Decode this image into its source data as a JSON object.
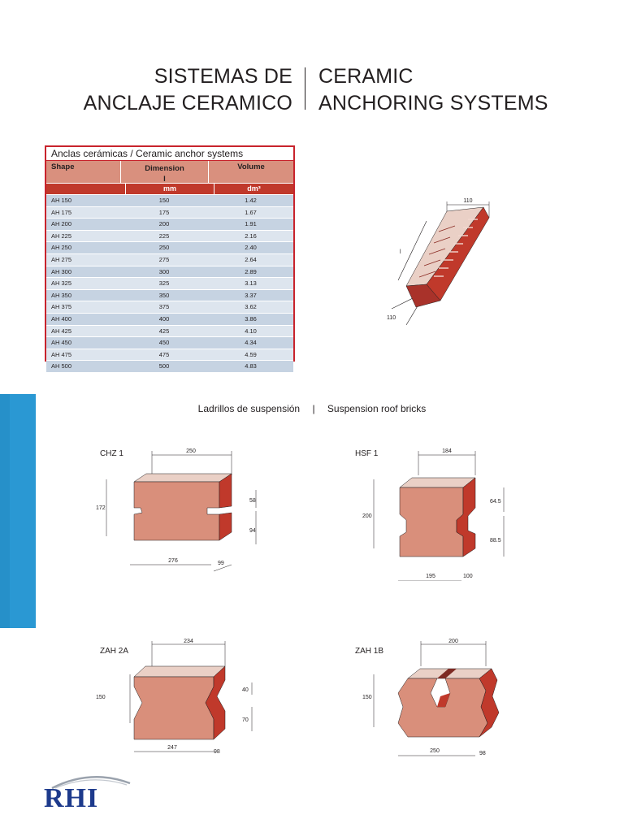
{
  "title": {
    "es_line1": "SISTEMAS DE",
    "es_line2": "ANCLAJE CERAMICO",
    "en_line1": "CERAMIC",
    "en_line2": "ANCHORING SYSTEMS"
  },
  "table": {
    "caption": "Anclas cerámicas / Ceramic anchor systems",
    "headers": {
      "shape": "Shape",
      "dimension": "Dimension",
      "dimension_sub": "l",
      "volume": "Volume"
    },
    "units": {
      "dimension": "mm",
      "volume": "dm³"
    },
    "rows": [
      {
        "shape": "AH 150",
        "dim": "150",
        "vol": "1.42"
      },
      {
        "shape": "AH 175",
        "dim": "175",
        "vol": "1.67"
      },
      {
        "shape": "AH 200",
        "dim": "200",
        "vol": "1.91"
      },
      {
        "shape": "AH 225",
        "dim": "225",
        "vol": "2.16"
      },
      {
        "shape": "AH 250",
        "dim": "250",
        "vol": "2.40"
      },
      {
        "shape": "AH 275",
        "dim": "275",
        "vol": "2.64"
      },
      {
        "shape": "AH 300",
        "dim": "300",
        "vol": "2.89"
      },
      {
        "shape": "AH 325",
        "dim": "325",
        "vol": "3.13"
      },
      {
        "shape": "AH 350",
        "dim": "350",
        "vol": "3.37"
      },
      {
        "shape": "AH 375",
        "dim": "375",
        "vol": "3.62"
      },
      {
        "shape": "AH 400",
        "dim": "400",
        "vol": "3.86"
      },
      {
        "shape": "AH 425",
        "dim": "425",
        "vol": "4.10"
      },
      {
        "shape": "AH 450",
        "dim": "450",
        "vol": "4.34"
      },
      {
        "shape": "AH 475",
        "dim": "475",
        "vol": "4.59"
      },
      {
        "shape": "AH 500",
        "dim": "500",
        "vol": "4.83"
      }
    ]
  },
  "anchor_drawing": {
    "top_width": "110",
    "length": "l",
    "bottom_width": "110"
  },
  "section": {
    "left": "Ladrillos de suspensión",
    "separator": "|",
    "right": "Suspension roof bricks"
  },
  "bricks": {
    "chz1": {
      "name": "CHZ 1",
      "width": "250",
      "height": "172",
      "upper": "58",
      "lower": "94",
      "length": "276",
      "depth": "99"
    },
    "hsf1": {
      "name": "HSF 1",
      "width": "184",
      "height": "200",
      "upper": "64.5",
      "lower": "88.5",
      "length": "195",
      "depth": "100"
    },
    "zah2a": {
      "name": "ZAH 2A",
      "width": "234",
      "height": "150",
      "upper": "40",
      "lower": "70",
      "length": "247",
      "depth": "98"
    },
    "zah1b": {
      "name": "ZAH 1B",
      "width": "200",
      "height": "150",
      "length": "250",
      "depth": "98"
    }
  },
  "logo": {
    "text": "RHI"
  },
  "colors": {
    "brick_front": "#d98f7b",
    "brick_side": "#c0392b",
    "brick_top": "#ead0c6",
    "table_border": "#c8232c",
    "table_row": "#c6d3e2",
    "side_panel": "#2a98d3",
    "logo": "#1d3a8c"
  }
}
